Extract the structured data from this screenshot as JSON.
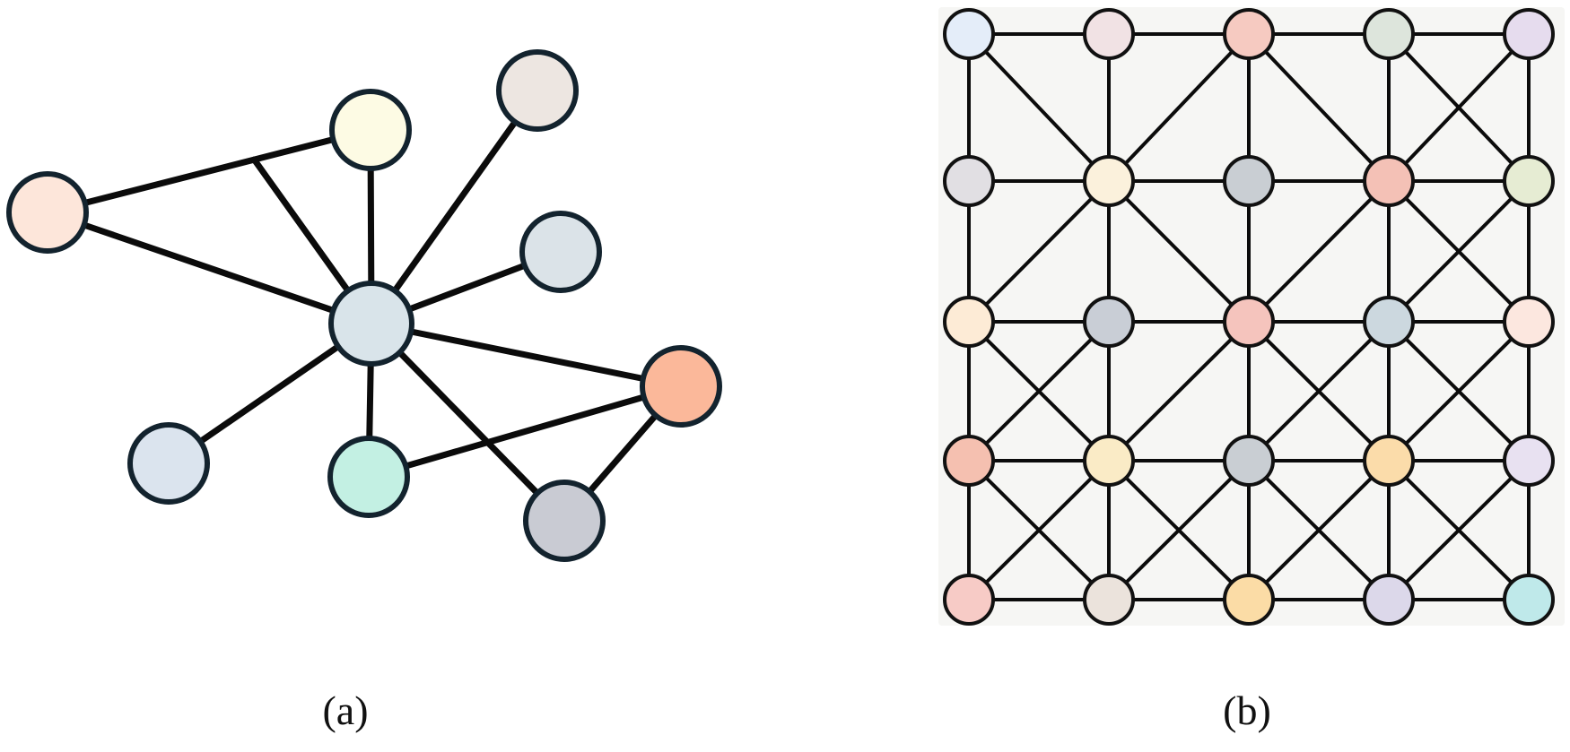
{
  "panels": [
    {
      "id": "a",
      "caption": "(a)",
      "nodes": [
        {
          "id": "n1",
          "color": "#fde6da"
        },
        {
          "id": "n2",
          "color": "#fdfbe4"
        },
        {
          "id": "n3",
          "color": "#ede6e1"
        },
        {
          "id": "n4",
          "color": "#dbe3e8"
        },
        {
          "id": "n5",
          "color": "#d9e4ea"
        },
        {
          "id": "n6",
          "color": "#fbb89a"
        },
        {
          "id": "n7",
          "color": "#dbe4ee"
        },
        {
          "id": "n8",
          "color": "#c3f0e3"
        },
        {
          "id": "n9",
          "color": "#c9cbd3"
        }
      ],
      "edges": [
        [
          "n1",
          "n2"
        ],
        [
          "n1",
          "n5"
        ],
        [
          "n2",
          "n5"
        ],
        [
          "n3",
          "n5"
        ],
        [
          "n4",
          "n5"
        ],
        [
          "n5",
          "n6"
        ],
        [
          "n5",
          "n7"
        ],
        [
          "n5",
          "n8"
        ],
        [
          "n5",
          "n9"
        ],
        [
          "n6",
          "n8"
        ],
        [
          "n6",
          "n9"
        ]
      ],
      "branch_edges": [
        {
          "from_edge": [
            "n1",
            "n2"
          ],
          "at": 0.64,
          "to": "n5"
        }
      ]
    },
    {
      "id": "b",
      "caption": "(b)",
      "rows": 5,
      "cols": 5,
      "node_colors": [
        [
          "#e4edf9",
          "#f1e2e4",
          "#f6cac1",
          "#dde5dc",
          "#e6dcee"
        ],
        [
          "#e1dfe3",
          "#fbf1dc",
          "#c9ced3",
          "#f4c1b6",
          "#e6ecd3"
        ],
        [
          "#fdebd6",
          "#c9ced6",
          "#f5c4bd",
          "#ccd8df",
          "#fce7df"
        ],
        [
          "#f5c0b0",
          "#faebc6",
          "#c9ced3",
          "#fbdcaa",
          "#e8e1f1"
        ],
        [
          "#f7cbc6",
          "#ebe3dc",
          "#fbdca6",
          "#dcd8ea",
          "#bfe9ea"
        ]
      ],
      "diagonals": [
        [
          [
            0,
            0
          ],
          [
            1,
            1
          ]
        ],
        [
          [
            0,
            2
          ],
          [
            1,
            1
          ]
        ],
        [
          [
            0,
            2
          ],
          [
            1,
            3
          ]
        ],
        [
          [
            0,
            4
          ],
          [
            1,
            3
          ]
        ],
        [
          [
            0,
            3
          ],
          [
            1,
            4
          ]
        ],
        [
          [
            1,
            1
          ],
          [
            2,
            0
          ]
        ],
        [
          [
            1,
            1
          ],
          [
            2,
            2
          ]
        ],
        [
          [
            1,
            3
          ],
          [
            2,
            2
          ]
        ],
        [
          [
            1,
            3
          ],
          [
            2,
            4
          ]
        ],
        [
          [
            1,
            4
          ],
          [
            2,
            3
          ]
        ],
        [
          [
            2,
            0
          ],
          [
            3,
            1
          ]
        ],
        [
          [
            2,
            1
          ],
          [
            3,
            0
          ]
        ],
        [
          [
            2,
            2
          ],
          [
            3,
            1
          ]
        ],
        [
          [
            2,
            2
          ],
          [
            3,
            3
          ]
        ],
        [
          [
            2,
            3
          ],
          [
            3,
            2
          ]
        ],
        [
          [
            2,
            3
          ],
          [
            3,
            4
          ]
        ],
        [
          [
            2,
            4
          ],
          [
            3,
            3
          ]
        ],
        [
          [
            3,
            0
          ],
          [
            4,
            1
          ]
        ],
        [
          [
            3,
            1
          ],
          [
            4,
            0
          ]
        ],
        [
          [
            3,
            1
          ],
          [
            4,
            2
          ]
        ],
        [
          [
            3,
            2
          ],
          [
            4,
            1
          ]
        ],
        [
          [
            3,
            2
          ],
          [
            4,
            3
          ]
        ],
        [
          [
            3,
            3
          ],
          [
            4,
            2
          ]
        ],
        [
          [
            3,
            3
          ],
          [
            4,
            4
          ]
        ],
        [
          [
            3,
            4
          ],
          [
            4,
            3
          ]
        ]
      ]
    }
  ],
  "colors": {
    "edge": "#0b0b0b",
    "node_stroke_a": "#13232e",
    "node_stroke_b": "#111111",
    "panel_b_background": "#f6f6f4"
  }
}
